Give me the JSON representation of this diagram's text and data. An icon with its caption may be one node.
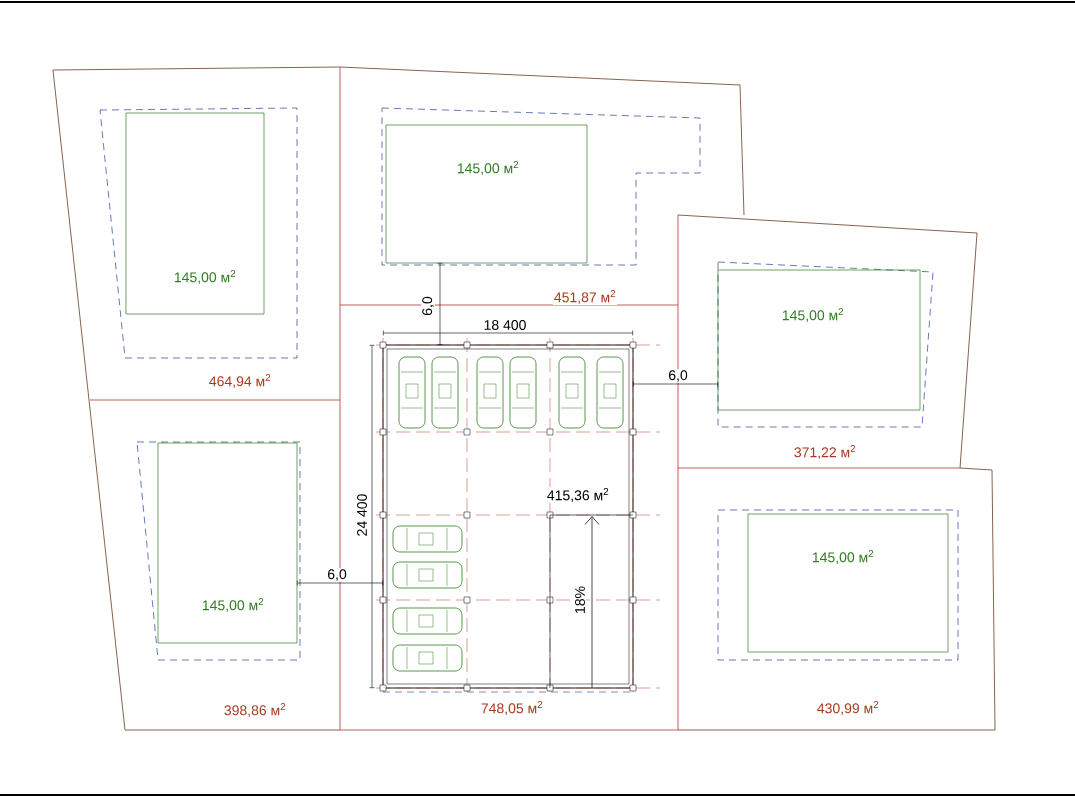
{
  "diagram": {
    "nodes": [
      {
        "text": [
          "145,00 м$^{2}$"
        ]
      },
      {
        "text": [
          "145,00 м$^{2}$"
        ]
      },
      {
        "text": [
          "145,00 м$^{2}$"
        ]
      },
      {
        "text": [
          "145,00 м$^{2}$"
        ]
      },
      {
        "text": [
          "145,00 м$^{2}$"
        ]
      }
    ],
    "labels": [
      "6,0",
      "451,87 м$^{2}$",
      "18 400",
      "6,0",
      "464,94 м$^{2}$",
      "371,22 м$^{2}$",
      "415,36 м$^{2}$",
      "24 400",
      "6,0",
      "18%",
      "398,86 м$^{2}$",
      "748,05 м$^{2}$",
      "430,99 м$^{2}$"
    ]
  }
}
